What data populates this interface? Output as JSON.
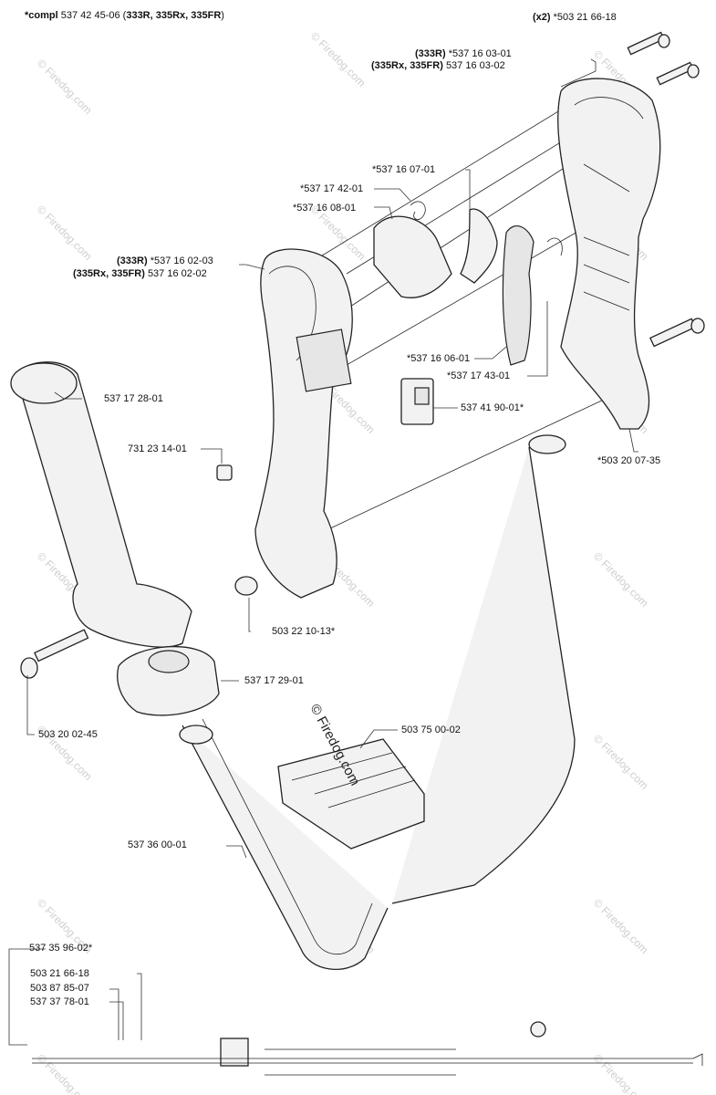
{
  "labels": {
    "compl": {
      "prefix": "*compl",
      "num": "537 42 45-06",
      "open": "(",
      "bold1": "333R, 335Rx, 335FR",
      "close": ")"
    },
    "screws_x2": {
      "qty": "(x2)",
      "num": "*503 21 66-18"
    },
    "housing_333r": {
      "model": "(333R)",
      "num": "*537 16 03-01"
    },
    "housing_335": {
      "model": "(335Rx, 335FR)",
      "num": "537 16 03-02"
    },
    "p_5371607": "*537 16 07-01",
    "p_5371742": "*537 17 42-01",
    "p_5371608": "*537 16 08-01",
    "handle_333r": {
      "model": "(333R)",
      "num": "*537 16 02-03"
    },
    "handle_335": {
      "model": "(335Rx, 335FR)",
      "num": "537 16 02-02"
    },
    "p_5371728": "537 17 28-01",
    "p_7312314": "731 23 14-01",
    "p_5371606": "*537 16 06-01",
    "p_5371743": "*537 17 43-01",
    "p_5374190": "537 41 90-01*",
    "p_5032007": "*503 20 07-35",
    "p_5032210": "503 22 10-13*",
    "p_5371729": "537 17 29-01",
    "p_5032002": "503 20 02-45",
    "p_5037500": "503 75 00-02",
    "p_5373600": "537 36 00-01",
    "p_5373596": "537 35 96-02*",
    "p_5032166b": "503 21 66-18",
    "p_5038785": "503 87 85-07",
    "p_5373778": "537 37 78-01"
  },
  "watermark": {
    "text": "© Firedog.com"
  }
}
